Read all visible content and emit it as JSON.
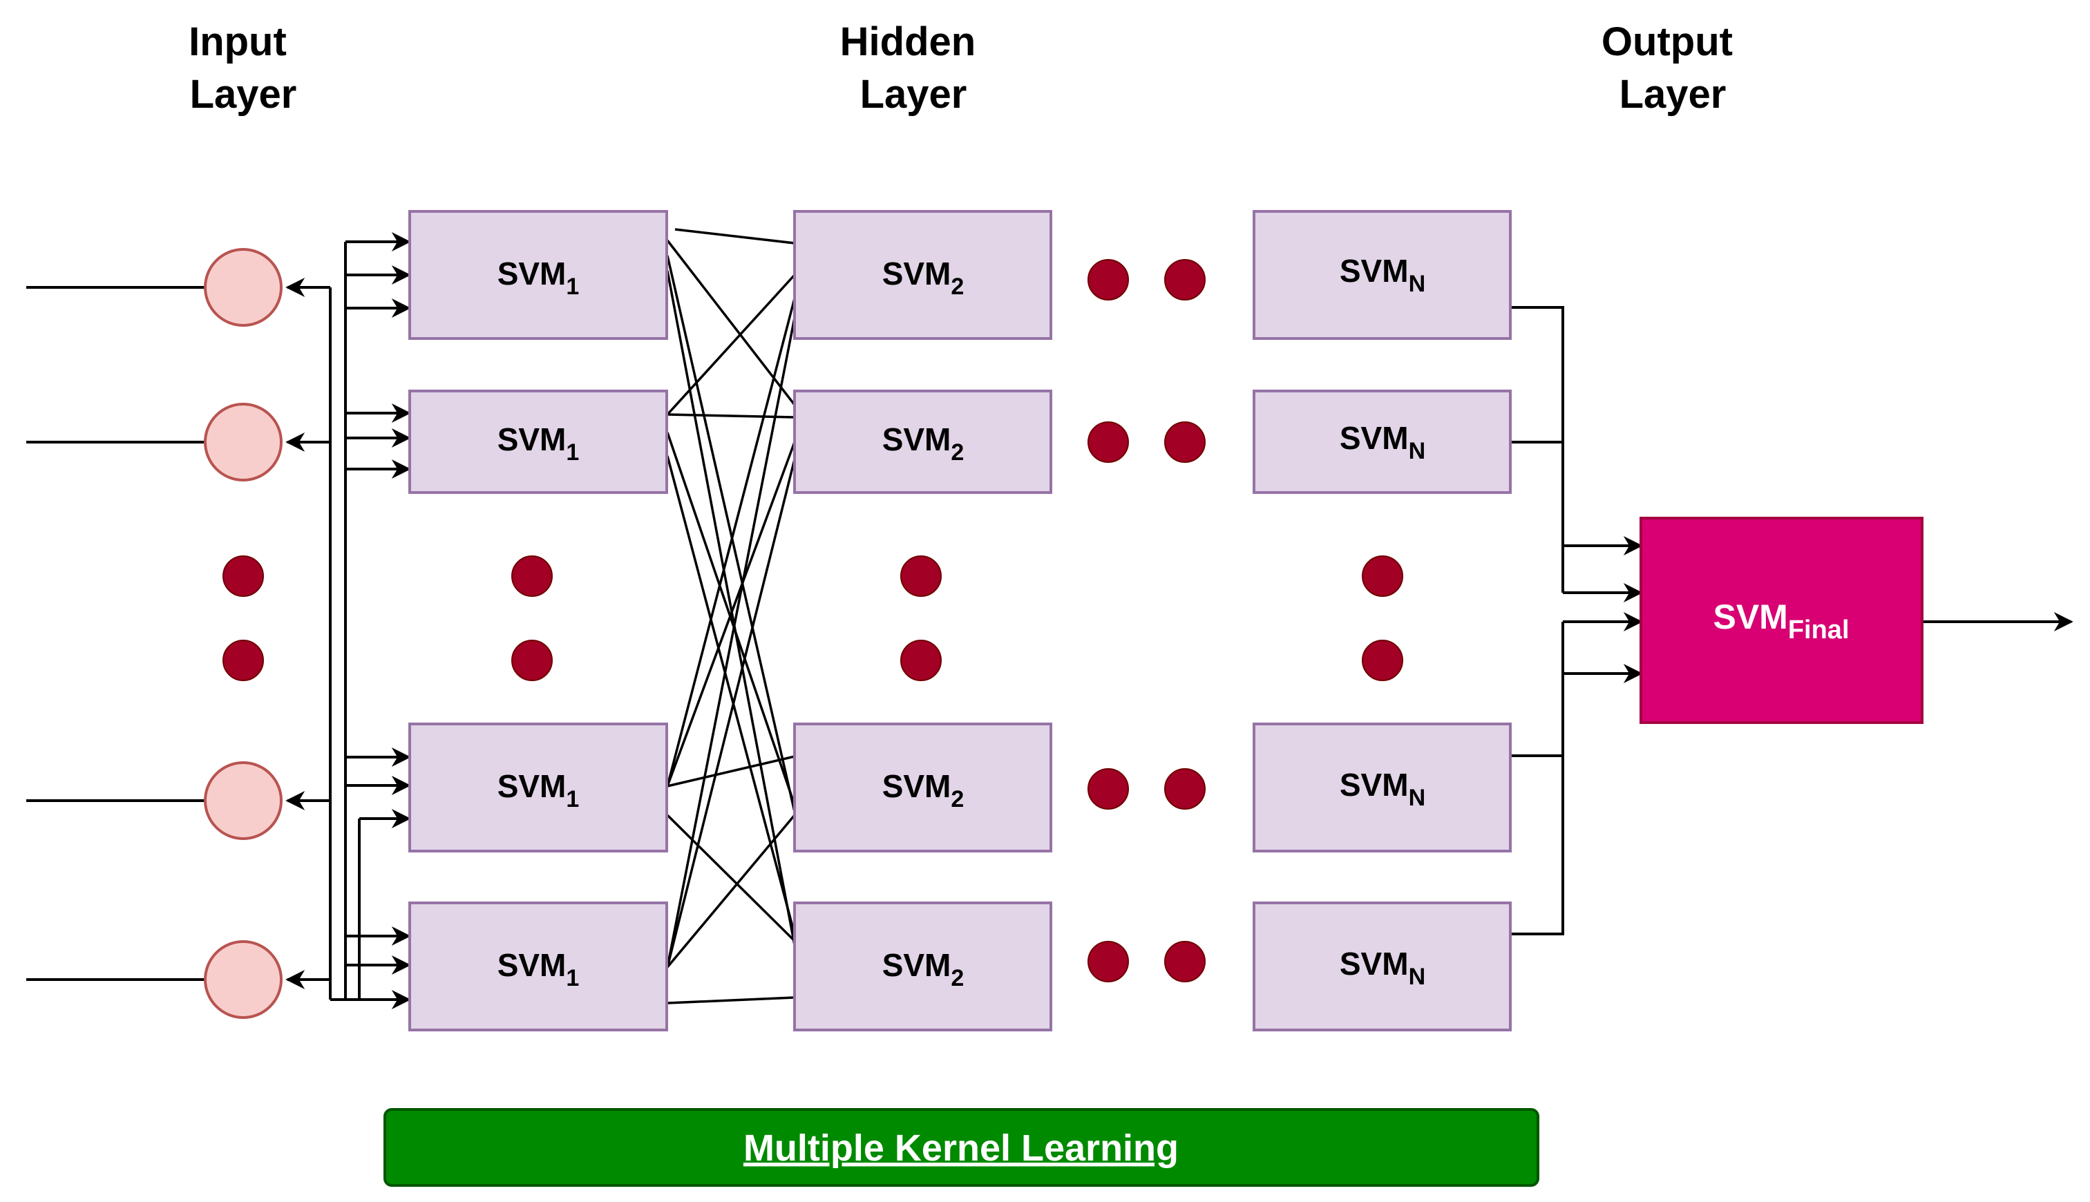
{
  "headers": {
    "input": [
      "Input",
      "Layer"
    ],
    "hidden": [
      "Hidden",
      "Layer"
    ],
    "output": [
      "Output",
      "Layer"
    ]
  },
  "svm": {
    "base": "SVM",
    "sub_col1": "1",
    "sub_col2": "2",
    "sub_colN": "N",
    "final_sub": "Final"
  },
  "footer": {
    "label": "Multiple Kernel Learning"
  },
  "colors": {
    "input_node_fill": "#f8cecc",
    "input_node_stroke": "#b85450",
    "svm_box_fill": "#e1d5e7",
    "svm_box_stroke": "#9673a6",
    "final_box_fill": "#d80073",
    "final_box_stroke": "#a50040",
    "ellipsis_dot": "#a20025",
    "footer_fill": "#008a00",
    "footer_stroke": "#005700",
    "line": "#000000"
  }
}
